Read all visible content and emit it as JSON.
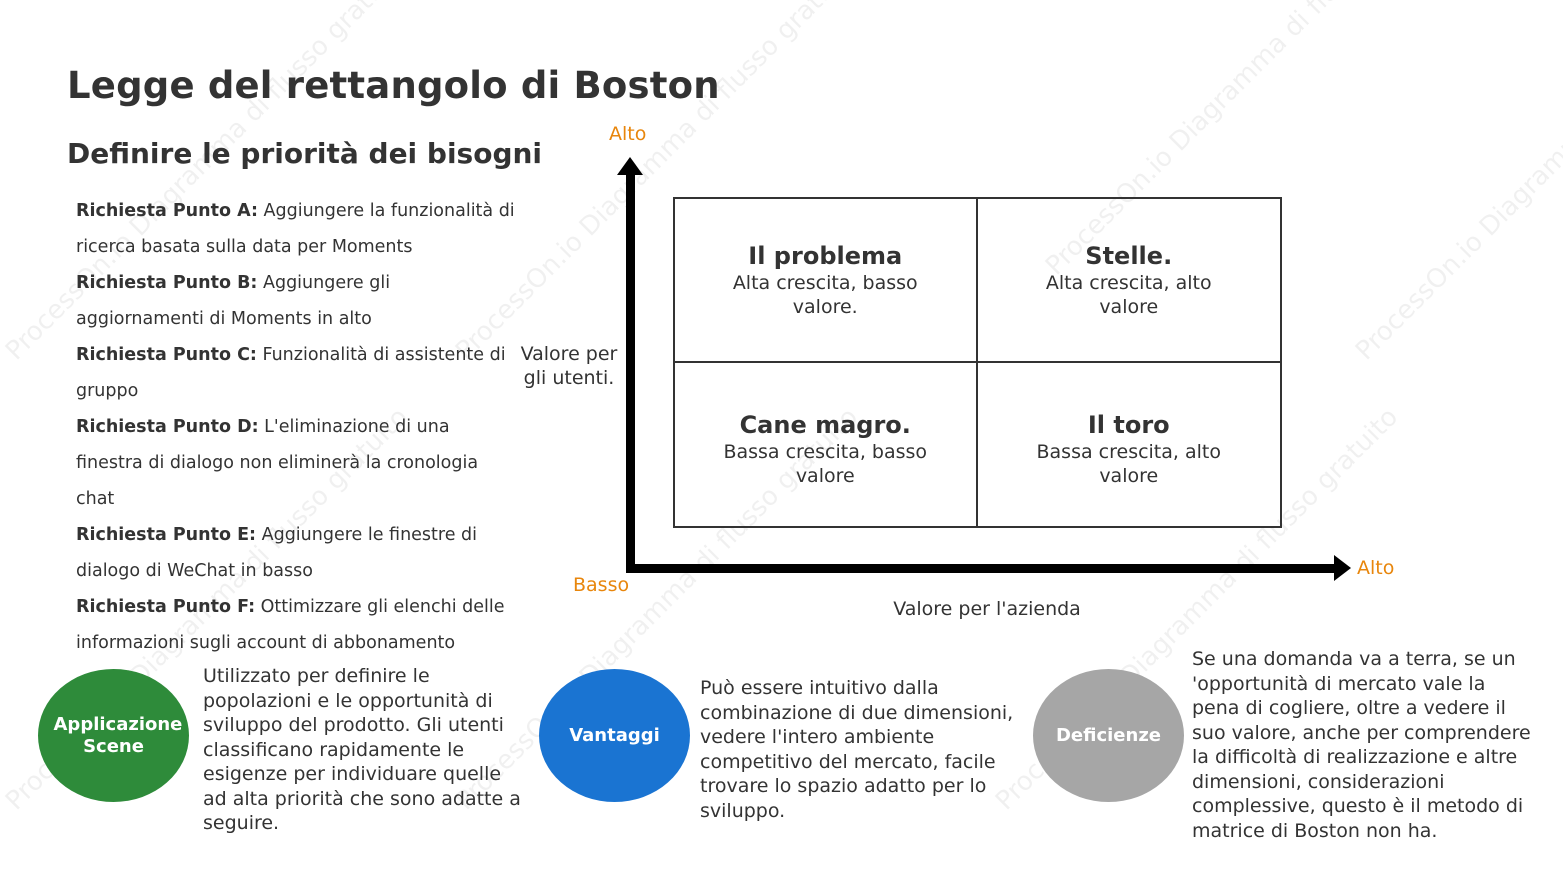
{
  "watermark_text": "ProcessOn.io Diagramma di flusso gratuito",
  "title": "Legge del rettangolo di Boston",
  "subtitle": "Definire le priorità dei bisogni",
  "requirements": [
    {
      "label": "Richiesta Punto A:",
      "text": " Aggiungere la funzionalità di ricerca basata sulla data per Moments"
    },
    {
      "label": "Richiesta Punto B:",
      "text": " Aggiungere gli aggiornamenti di Moments in alto"
    },
    {
      "label": "Richiesta Punto C:",
      "text": " Funzionalità di assistente di gruppo"
    },
    {
      "label": "Richiesta Punto D:",
      "text": " L'eliminazione di una finestra di dialogo non eliminerà la cronologia chat"
    },
    {
      "label": "Richiesta Punto E:",
      "text": " Aggiungere le finestre di dialogo di WeChat in basso"
    },
    {
      "label": "Richiesta Punto F:",
      "text": " Ottimizzare gli elenchi delle informazioni sugli account di abbonamento"
    }
  ],
  "axes": {
    "y_high": "Alto",
    "x_high": "Alto",
    "origin": "Basso",
    "y_title": "Valore per gli utenti.",
    "x_title": "Valore per l'azienda",
    "color": "#E8860C"
  },
  "matrix": [
    {
      "title": "Il problema",
      "desc": "Alta crescita, basso valore."
    },
    {
      "title": "Stelle.",
      "desc": "Alta crescita, alto valore"
    },
    {
      "title": "Cane magro.",
      "desc": "Bassa crescita, basso valore"
    },
    {
      "title": "Il toro",
      "desc": "Bassa crescita, alto valore"
    }
  ],
  "bottom": [
    {
      "label": "Applicazione Scene",
      "color": "#2E8B3A",
      "text": "Utilizzato per definire le popolazioni e le opportunità di sviluppo del prodotto. Gli utenti classificano rapidamente le esigenze per individuare quelle ad alta priorità che sono adatte a seguire."
    },
    {
      "label": "Vantaggi",
      "color": "#1A74D2",
      "text": "Può essere intuitivo dalla combinazione di due dimensioni, vedere l'intero ambiente competitivo del mercato, facile trovare lo spazio adatto per lo sviluppo."
    },
    {
      "label": "Deficienze",
      "color": "#A6A6A6",
      "text": "Se una domanda va a terra, se un 'opportunità di mercato vale la pena di cogliere, oltre a vedere il suo valore, anche per comprendere la difficoltà di realizzazione e altre dimensioni, considerazioni complessive, questo è il metodo di matrice di Boston non ha."
    }
  ]
}
